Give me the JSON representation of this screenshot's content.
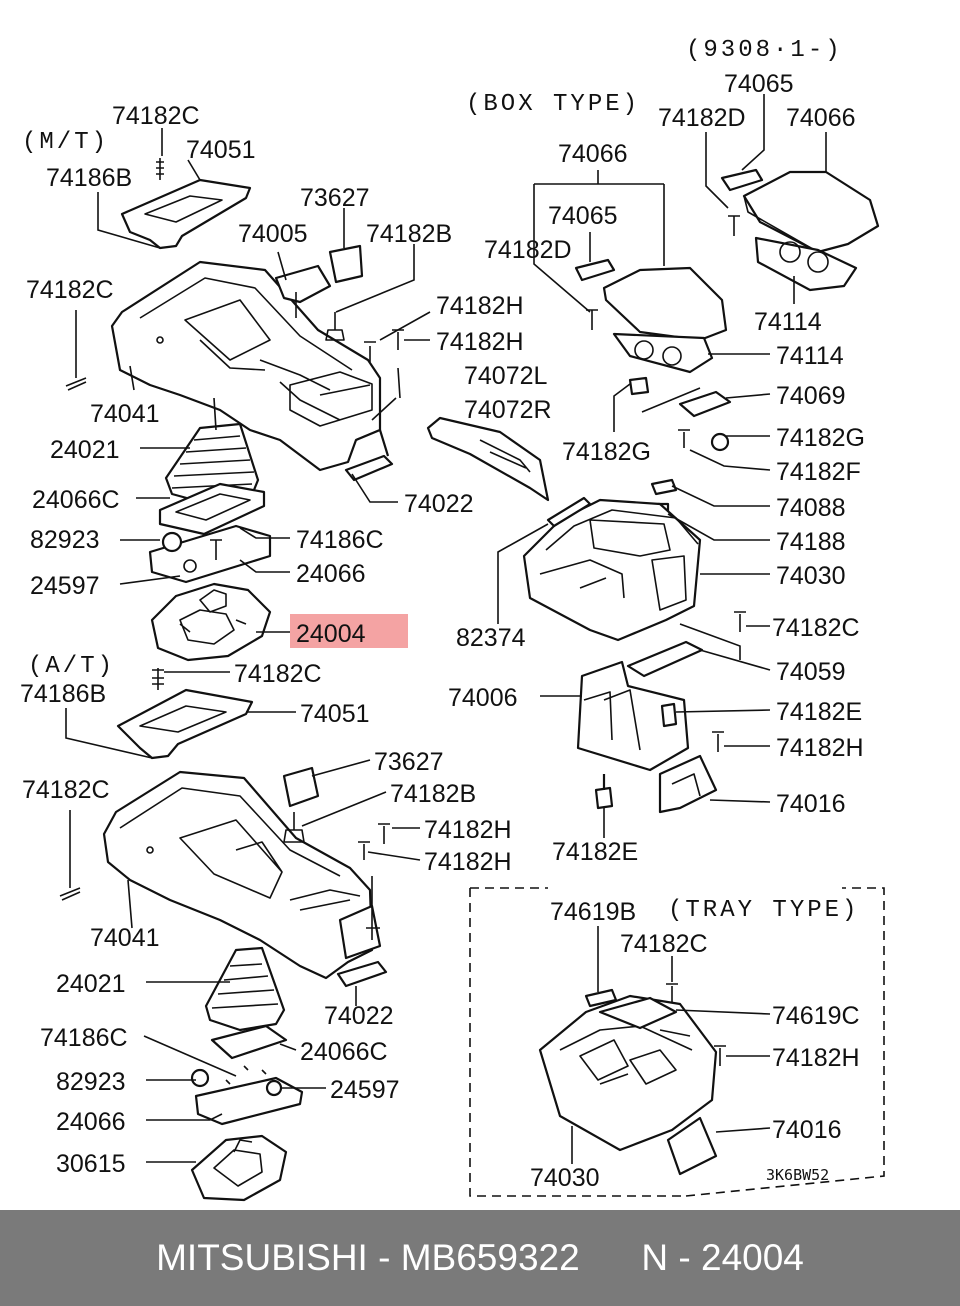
{
  "section_labels": {
    "mt": "(M/T)",
    "at": "(A/T)",
    "box_type": "(BOX TYPE)",
    "serial": "(9308·1-)",
    "tray_type": "(TRAY TYPE)"
  },
  "drawing_code": "3K6BW52",
  "parts": [
    "74182C",
    "74051",
    "74186B",
    "73627",
    "74005",
    "74182B",
    "74182C",
    "74182H",
    "74182H",
    "74041",
    "24021",
    "24066C",
    "82923",
    "74186C",
    "24597",
    "24066",
    "24004",
    "74022",
    "74182C",
    "74186B",
    "74051",
    "73627",
    "74182B",
    "74182C",
    "74182H",
    "74182H",
    "74041",
    "24021",
    "74022",
    "74186C",
    "24066C",
    "82923",
    "24597",
    "24066",
    "30615",
    "74065",
    "74182D",
    "74066",
    "74066",
    "74065",
    "74182D",
    "74114",
    "74114",
    "74072L",
    "74072R",
    "74069",
    "74182G",
    "74182G",
    "74182F",
    "74088",
    "74188",
    "74030",
    "82374",
    "74182C",
    "74059",
    "74006",
    "74182E",
    "74182H",
    "74016",
    "74182E",
    "74619B",
    "74182C",
    "74619C",
    "74182H",
    "74016",
    "74030"
  ],
  "highlight_part": "24004",
  "highlight_color": "#f4a3a3",
  "footer": {
    "brand": "MITSUBISHI",
    "part_number": "MB659322",
    "ref": "N - 24004"
  }
}
